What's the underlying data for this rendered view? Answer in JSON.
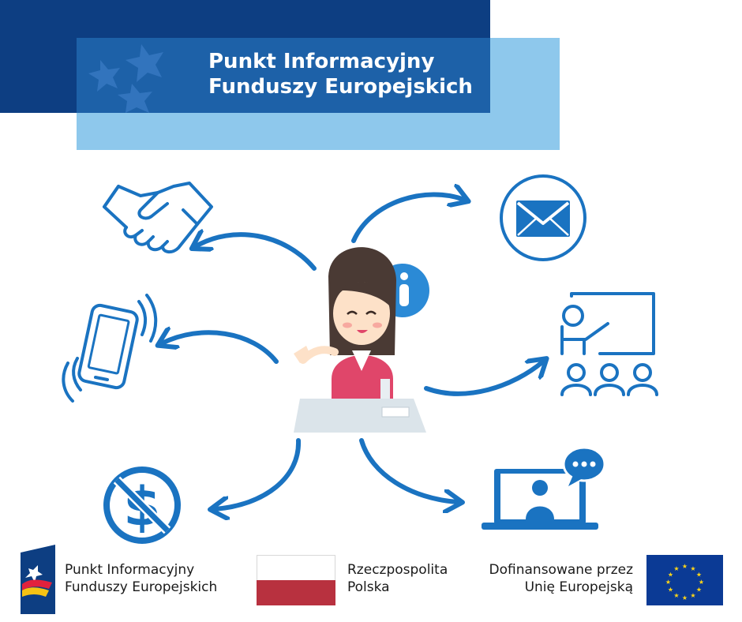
{
  "header": {
    "title_line1": "Punkt Informacyjny",
    "title_line2": "Funduszy Europejskich"
  },
  "illustration": {
    "icons": [
      "handshake-icon",
      "envelope-icon",
      "smartphone-icon",
      "presentation-icon",
      "no-dollar-icon",
      "video-chat-icon",
      "info-icon"
    ],
    "colors": {
      "accent": "#1a73c1",
      "header_dark": "#0d3e82",
      "header_light": "#8ec8ec"
    }
  },
  "footer": {
    "pife_line1": "Punkt Informacyjny",
    "pife_line2": "Funduszy Europejskich",
    "rp_line1": "Rzeczpospolita",
    "rp_line2": "Polska",
    "eu_line1": "Dofinansowane przez",
    "eu_line2": "Unię Europejską"
  }
}
